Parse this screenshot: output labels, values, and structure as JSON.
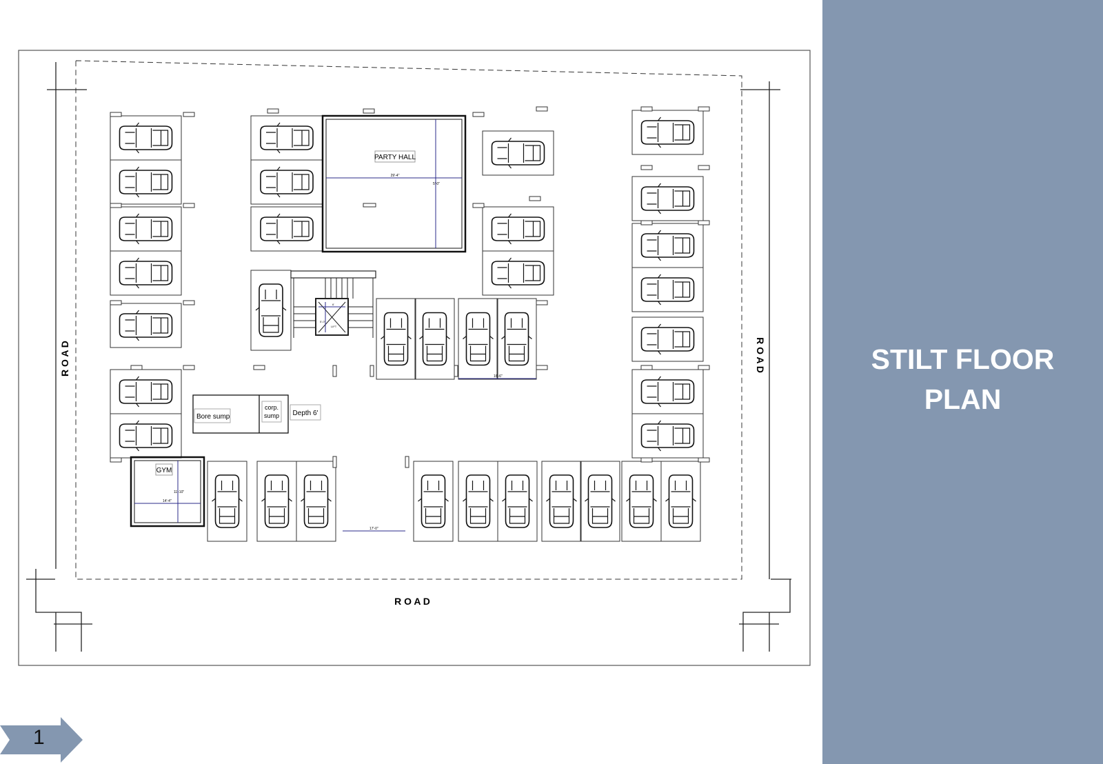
{
  "slide": {
    "title_line1": "STILT FLOOR",
    "title_line2": "PLAN",
    "page_number": "1"
  },
  "plan": {
    "road_left": "R O A D",
    "road_right": "R O A D",
    "road_bottom": "R O A D",
    "party_hall": "PARTY HALL",
    "party_hall_dim_w": "29'-4\"",
    "party_hall_dim_h": "5'-0\"",
    "lift": "LIFT",
    "lift_dim_w": "6'",
    "lift_dim_h": "5'-0\"",
    "bore_sump": "Bore sump",
    "corp_sump_1": "corp.",
    "corp_sump_2": "sump",
    "depth": "Depth 6'",
    "gym": "GYM",
    "gym_dim_w": "14'-4\"",
    "gym_dim_h": "11'-10\"",
    "driveway_dim": "17'-0\"",
    "parking_dim": "16'-6\""
  },
  "colors": {
    "panel": "#8497b0",
    "line": "#222222",
    "dimension": "#2a2a8a"
  }
}
